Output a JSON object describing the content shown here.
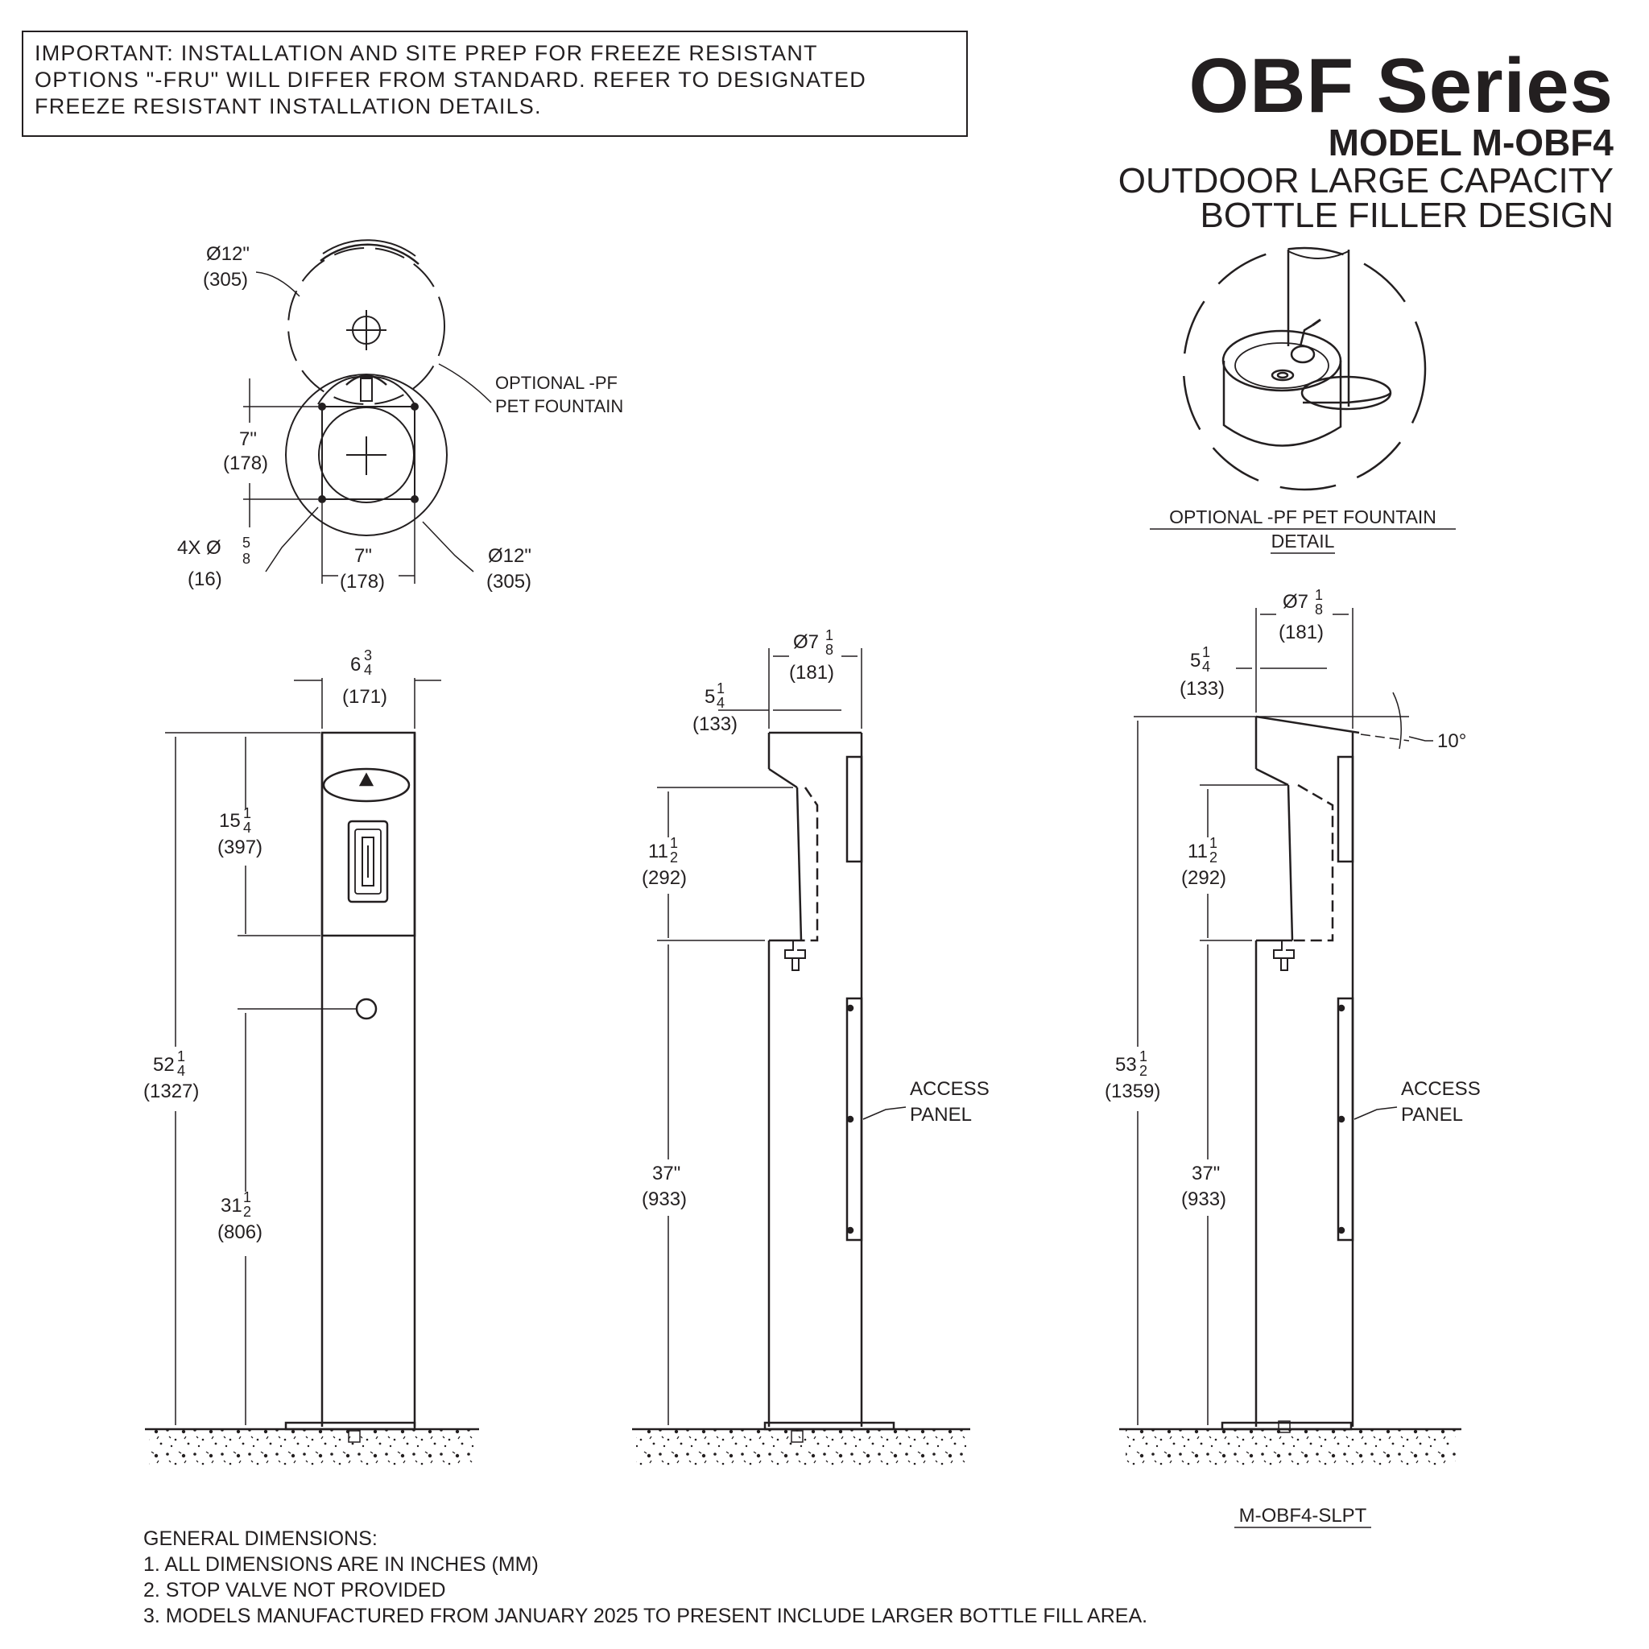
{
  "notice": {
    "lines": [
      "IMPORTANT: INSTALLATION AND SITE PREP FOR FREEZE RESISTANT",
      "OPTIONS \"-FRU\" WILL DIFFER FROM STANDARD. REFER TO DESIGNATED",
      "FREEZE RESISTANT INSTALLATION DETAILS."
    ]
  },
  "title": {
    "series": "OBF Series",
    "model": "MODEL M-OBF4",
    "desc1": "OUTDOOR LARGE CAPACITY",
    "desc2": "BOTTLE FILLER DESIGN"
  },
  "top_view": {
    "pet_dia_in": "Ø12\"",
    "pet_dia_mm": "(305)",
    "pet_label1": "OPTIONAL -PF",
    "pet_label2": "PET FOUNTAIN",
    "spacing_v_in": "7\"",
    "spacing_v_mm": "(178)",
    "holes_prefix": "4X  Ø",
    "holes_num": "5",
    "holes_den": "8",
    "holes_mm": "(16)",
    "spacing_h_in": "7\"",
    "spacing_h_mm": "(178)",
    "base_dia_in": "Ø12\"",
    "base_dia_mm": "(305)"
  },
  "pet_detail": {
    "caption1": "OPTIONAL -PF PET FOUNTAIN",
    "caption2": "DETAIL"
  },
  "front_view": {
    "width_whole": "6",
    "width_num": "3",
    "width_den": "4",
    "width_mm": "(171)",
    "top_whole": "15",
    "top_num": "1",
    "top_den": "4",
    "top_mm": "(397)",
    "overall_whole": "52",
    "overall_num": "1",
    "overall_den": "4",
    "overall_mm": "(1327)",
    "valve_whole": "31",
    "valve_num": "1",
    "valve_den": "2",
    "valve_mm": "(806)"
  },
  "side_view": {
    "dia_prefix": "Ø7",
    "dia_num": "1",
    "dia_den": "8",
    "dia_mm": "(181)",
    "over_whole": "5",
    "over_num": "1",
    "over_den": "4",
    "over_mm": "(133)",
    "fill_whole": "11",
    "fill_num": "1",
    "fill_den": "2",
    "fill_mm": "(292)",
    "height_in": "37\"",
    "height_mm": "(933)",
    "access1": "ACCESS",
    "access2": "PANEL"
  },
  "slope_view": {
    "dia_prefix": "Ø7",
    "dia_num": "1",
    "dia_den": "8",
    "dia_mm": "(181)",
    "over_whole": "5",
    "over_num": "1",
    "over_den": "4",
    "over_mm": "(133)",
    "angle": "10°",
    "fill_whole": "11",
    "fill_num": "1",
    "fill_den": "2",
    "fill_mm": "(292)",
    "overall_whole": "53",
    "overall_num": "1",
    "overall_den": "2",
    "overall_mm": "(1359)",
    "height_in": "37\"",
    "height_mm": "(933)",
    "access1": "ACCESS",
    "access2": "PANEL",
    "caption": "M-OBF4-SLPT"
  },
  "notes": [
    "GENERAL DIMENSIONS:",
    "1. ALL DIMENSIONS ARE IN INCHES (MM)",
    "2. STOP VALVE NOT PROVIDED",
    "3. MODELS MANUFACTURED FROM JANUARY 2025 TO PRESENT INCLUDE LARGER BOTTLE FILL AREA."
  ]
}
